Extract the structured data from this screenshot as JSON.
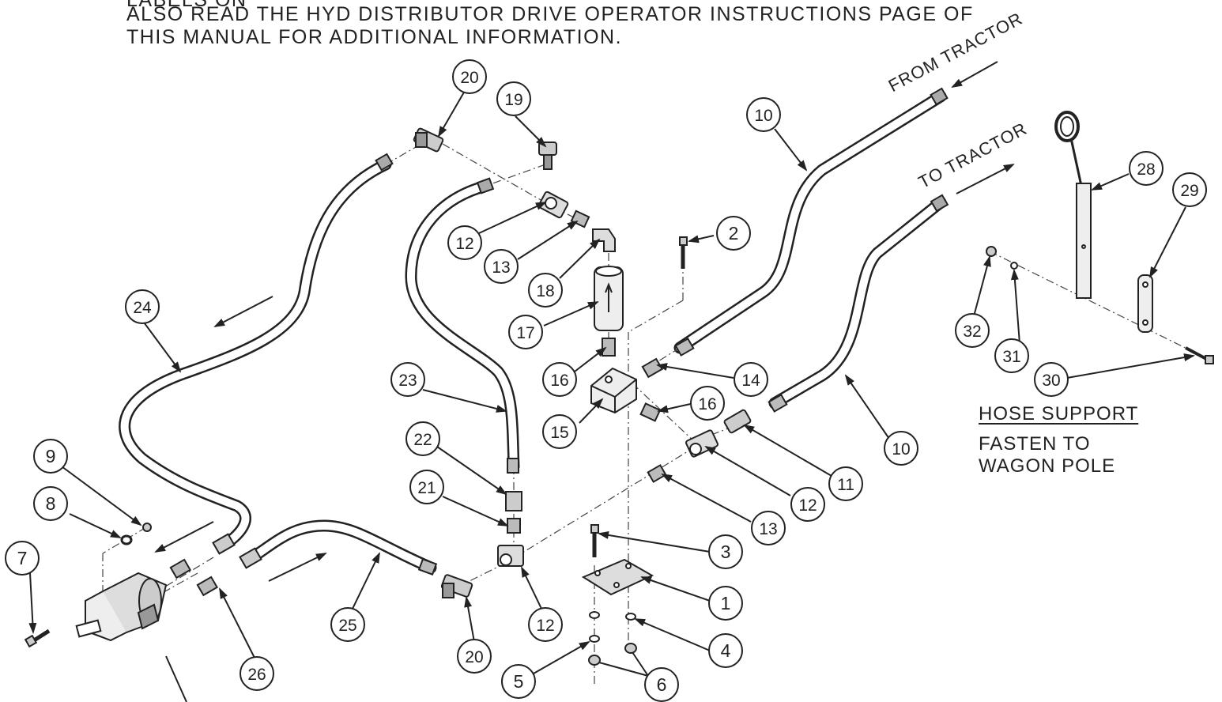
{
  "header": {
    "line0": "LABELS ON",
    "line1": "ALSO READ THE HYD DISTRIBUTOR DRIVE OPERATOR INSTRUCTIONS PAGE OF",
    "line2": "THIS MANUAL FOR ADDITIONAL INFORMATION."
  },
  "flow": {
    "from_tractor": "FROM TRACTOR",
    "to_tractor": "TO TRACTOR"
  },
  "hose_support": {
    "title": "HOSE SUPPORT",
    "line1": "FASTEN TO",
    "line2": "WAGON POLE"
  },
  "callouts": [
    {
      "id": "c1",
      "label": "1"
    },
    {
      "id": "c2",
      "label": "2"
    },
    {
      "id": "c3",
      "label": "3"
    },
    {
      "id": "c4",
      "label": "4"
    },
    {
      "id": "c5",
      "label": "5"
    },
    {
      "id": "c6",
      "label": "6"
    },
    {
      "id": "c7",
      "label": "7"
    },
    {
      "id": "c8",
      "label": "8"
    },
    {
      "id": "c9",
      "label": "9"
    },
    {
      "id": "c10a",
      "label": "10"
    },
    {
      "id": "c10b",
      "label": "10"
    },
    {
      "id": "c11",
      "label": "11"
    },
    {
      "id": "c12a",
      "label": "12"
    },
    {
      "id": "c12b",
      "label": "12"
    },
    {
      "id": "c12c",
      "label": "12"
    },
    {
      "id": "c13a",
      "label": "13"
    },
    {
      "id": "c13b",
      "label": "13"
    },
    {
      "id": "c14",
      "label": "14"
    },
    {
      "id": "c15",
      "label": "15"
    },
    {
      "id": "c16a",
      "label": "16"
    },
    {
      "id": "c16b",
      "label": "16"
    },
    {
      "id": "c17",
      "label": "17"
    },
    {
      "id": "c18",
      "label": "18"
    },
    {
      "id": "c19",
      "label": "19"
    },
    {
      "id": "c20a",
      "label": "20"
    },
    {
      "id": "c20b",
      "label": "20"
    },
    {
      "id": "c21",
      "label": "21"
    },
    {
      "id": "c22",
      "label": "22"
    },
    {
      "id": "c23",
      "label": "23"
    },
    {
      "id": "c24",
      "label": "24"
    },
    {
      "id": "c25",
      "label": "25"
    },
    {
      "id": "c26",
      "label": "26"
    },
    {
      "id": "c28",
      "label": "28"
    },
    {
      "id": "c29",
      "label": "29"
    },
    {
      "id": "c30",
      "label": "30"
    },
    {
      "id": "c31",
      "label": "31"
    },
    {
      "id": "c32",
      "label": "32"
    }
  ]
}
